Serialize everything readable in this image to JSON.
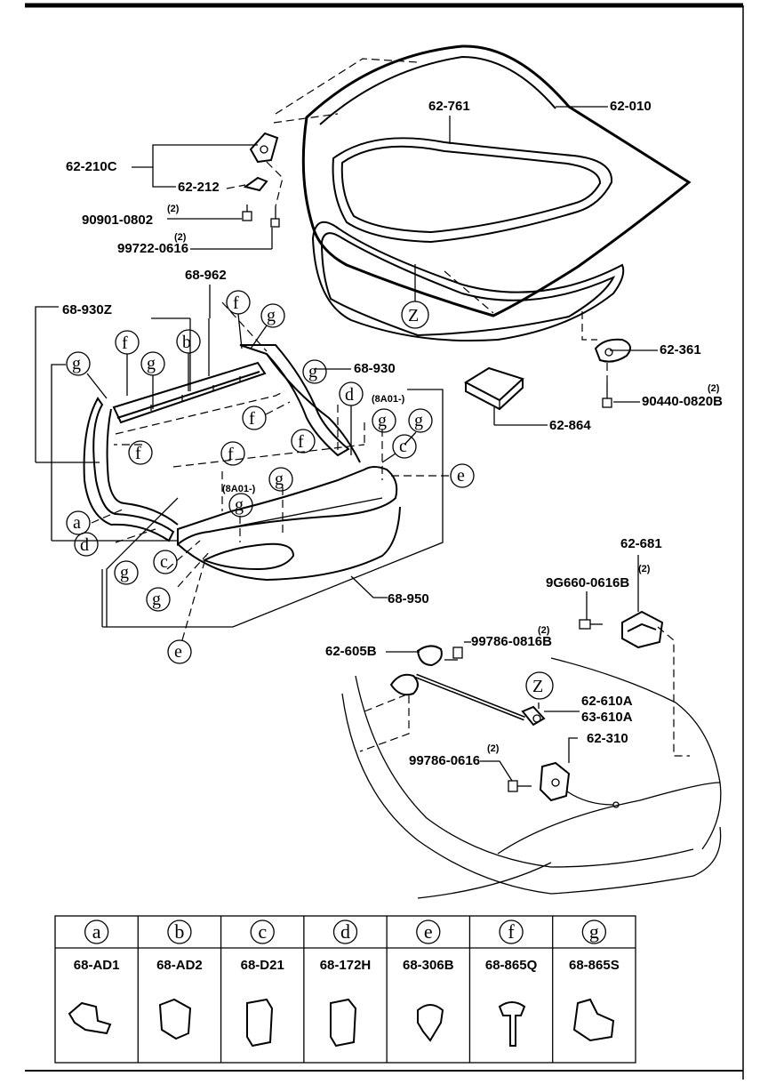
{
  "labels": {
    "p62_010": "62-010",
    "p62_761": "62-761",
    "p62_210C": "62-210C",
    "p62_212": "62-212",
    "q1": "(2)",
    "p90901": "90901-0802",
    "q2": "(2)",
    "p99722": "99722-0616",
    "p68_962": "68-962",
    "p68_930Z": "68-930Z",
    "p68_930": "68-930",
    "p62_361": "62-361",
    "q3": "(2)",
    "p90440": "90440-0820B",
    "p62_864": "62-864",
    "note1": "(8A01-)",
    "note2": "(8A01-)",
    "p68_950": "68-950",
    "p62_681": "62-681",
    "q4": "(2)",
    "p9G660": "9G660-0616B",
    "q5": "(2)",
    "p99786a": "99786-0816B",
    "p62_605B": "62-605B",
    "p62_610A": "62-610A",
    "p63_610A": "63-610A",
    "q6": "(2)",
    "p99786b": "99786-0616",
    "p62_310": "62-310",
    "z1": "Z",
    "z2": "Z"
  },
  "callouts": {
    "a": "a",
    "b": "b",
    "c": "c",
    "d": "d",
    "e": "e",
    "f": "f",
    "g": "g"
  },
  "legend": [
    {
      "letter": "a",
      "code": "68-AD1"
    },
    {
      "letter": "b",
      "code": "68-AD2"
    },
    {
      "letter": "c",
      "code": "68-D21"
    },
    {
      "letter": "d",
      "code": "68-172H"
    },
    {
      "letter": "e",
      "code": "68-306B"
    },
    {
      "letter": "f",
      "code": "68-865Q"
    },
    {
      "letter": "g",
      "code": "68-865S"
    }
  ]
}
